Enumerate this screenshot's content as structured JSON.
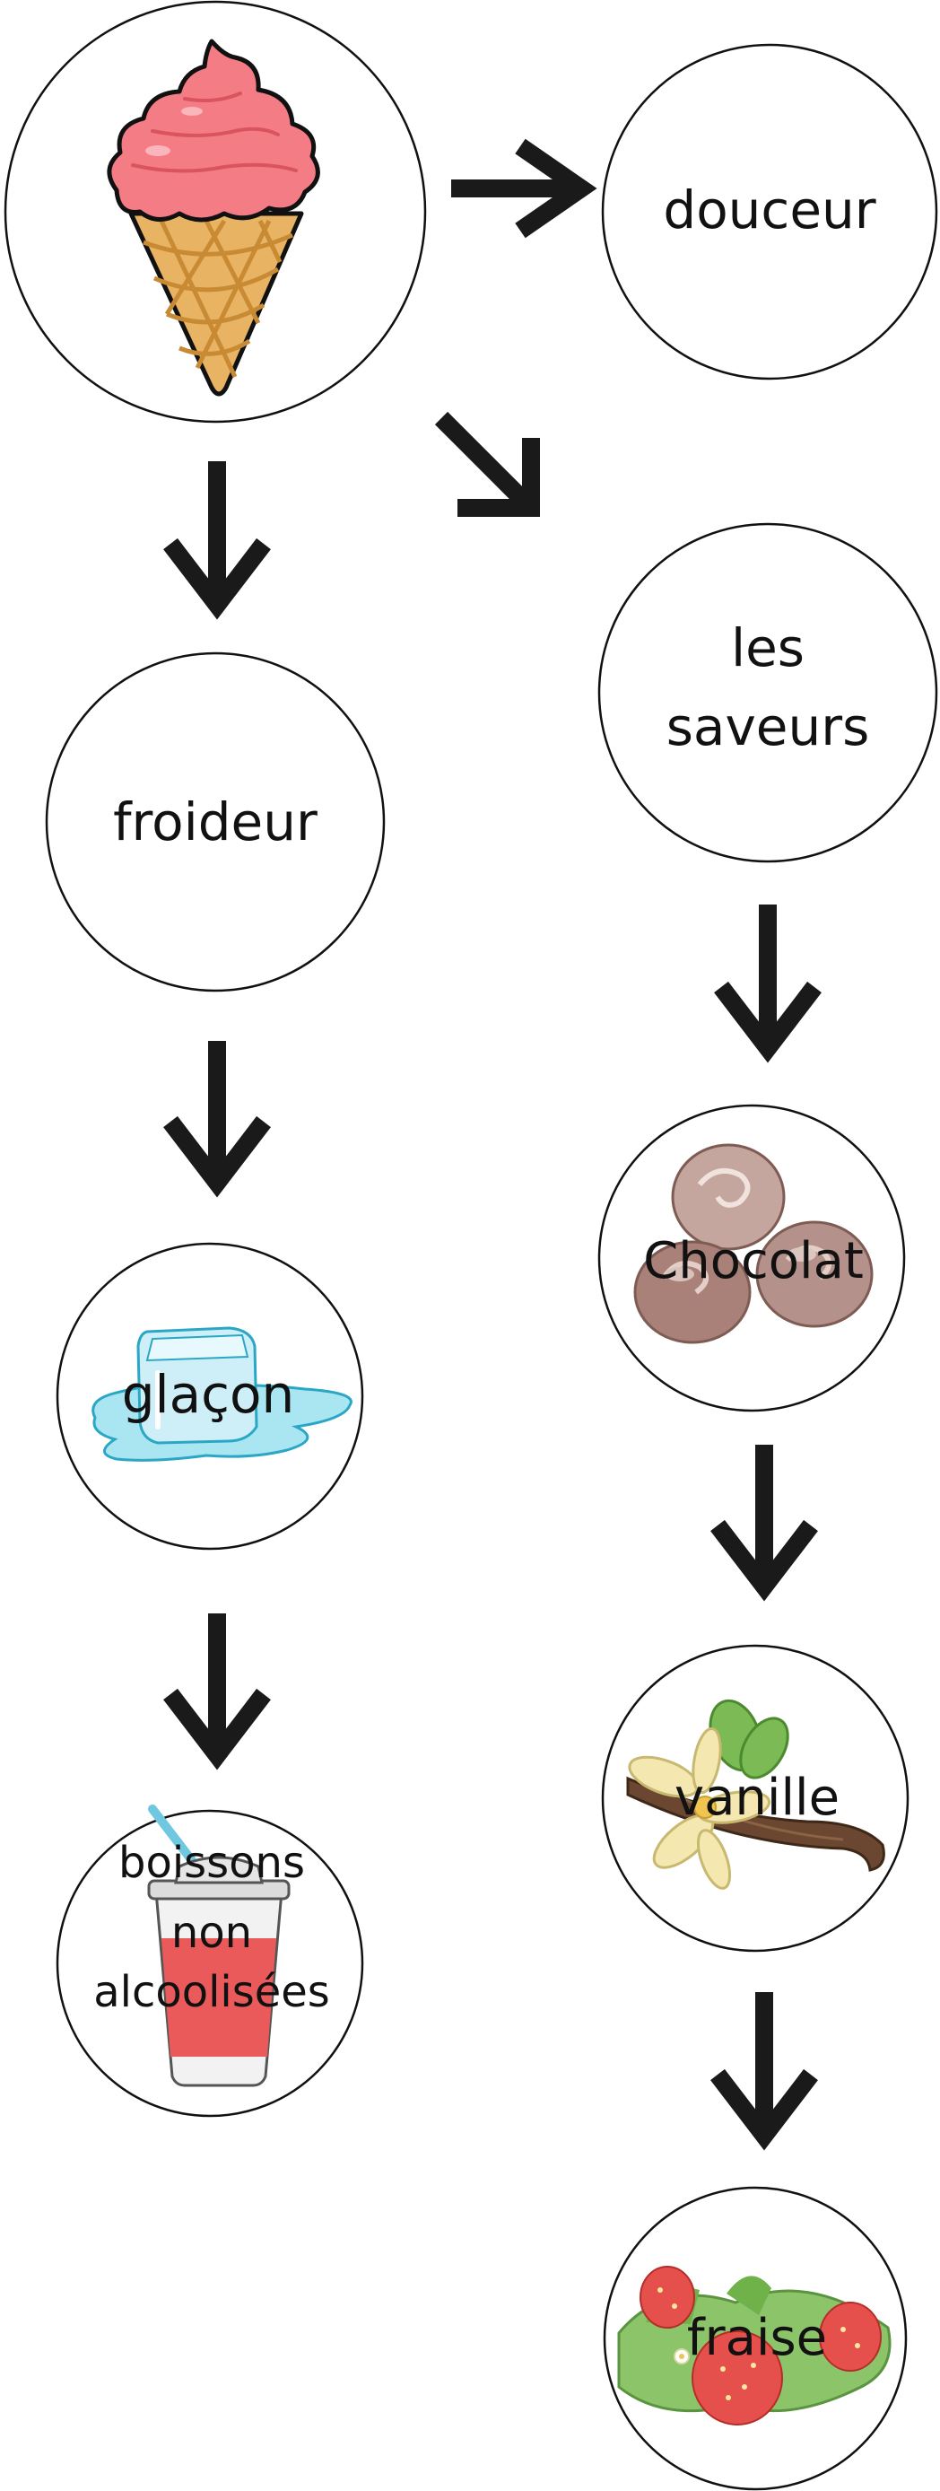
{
  "nodes": {
    "ice_cream": {
      "icon": "ice-cream-cone-icon"
    },
    "douceur": {
      "label": "douceur"
    },
    "saveurs": {
      "line1": "les",
      "line2": "saveurs"
    },
    "froideur": {
      "label": "froideur"
    },
    "glacon": {
      "label": "glaçon",
      "icon": "ice-cube-icon"
    },
    "boissons": {
      "line1": "boissons",
      "line2": "non",
      "line3": "alcoolisées",
      "icon": "soda-cup-icon"
    },
    "chocolat": {
      "label": "Chocolat",
      "icon": "chocolate-truffles-icon"
    },
    "vanille": {
      "label": "vanille",
      "icon": "vanilla-flower-icon"
    },
    "fraise": {
      "label": "fraise",
      "icon": "strawberry-icon"
    }
  },
  "colors": {
    "stroke": "#111111",
    "arrow": "#1a1a1a",
    "ice_cream": "#f47c84",
    "cone": "#e8b464",
    "ice": "#a9e6f2",
    "chocolate": "#b08a80",
    "vanilla": "#f4e8b0",
    "strawberry": "#e6504c",
    "leaf": "#6fb24a"
  }
}
